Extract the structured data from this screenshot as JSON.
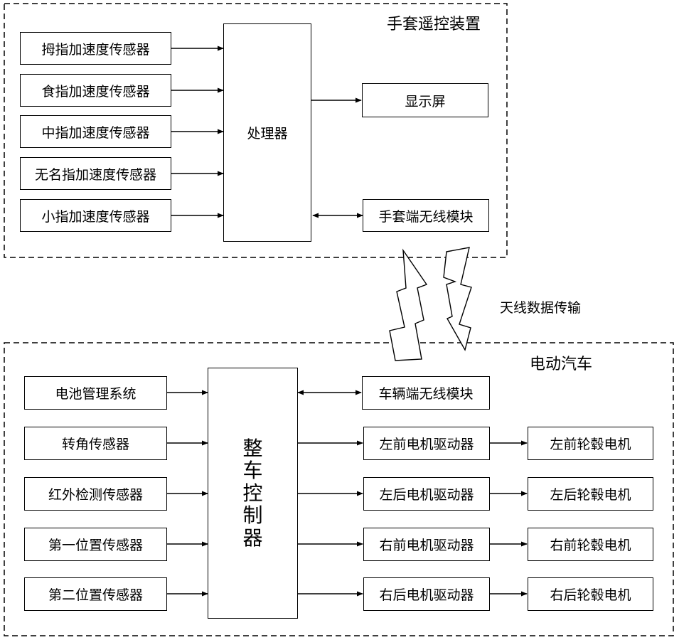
{
  "glove": {
    "title": "手套遥控装置",
    "sensors": [
      "拇指加速度传感器",
      "食指加速度传感器",
      "中指加速度传感器",
      "无名指加速度传感器",
      "小指加速度传感器"
    ],
    "processor": "处理器",
    "display": "显示屏",
    "wireless": "手套端无线模块"
  },
  "transmission": {
    "label": "天线数据传输"
  },
  "car": {
    "title": "电动汽车",
    "inputs": [
      "电池管理系统",
      "转角传感器",
      "红外检测传感器",
      "第一位置传感器",
      "第二位置传感器"
    ],
    "controller": [
      "整",
      "车",
      "控",
      "制",
      "器"
    ],
    "wireless": "车辆端无线模块",
    "drivers": [
      "左前电机驱动器",
      "左后电机驱动器",
      "右前电机驱动器",
      "右后电机驱动器"
    ],
    "motors": [
      "左前轮毂电机",
      "左后轮毂电机",
      "右前轮毂电机",
      "右后轮毂电机"
    ]
  }
}
